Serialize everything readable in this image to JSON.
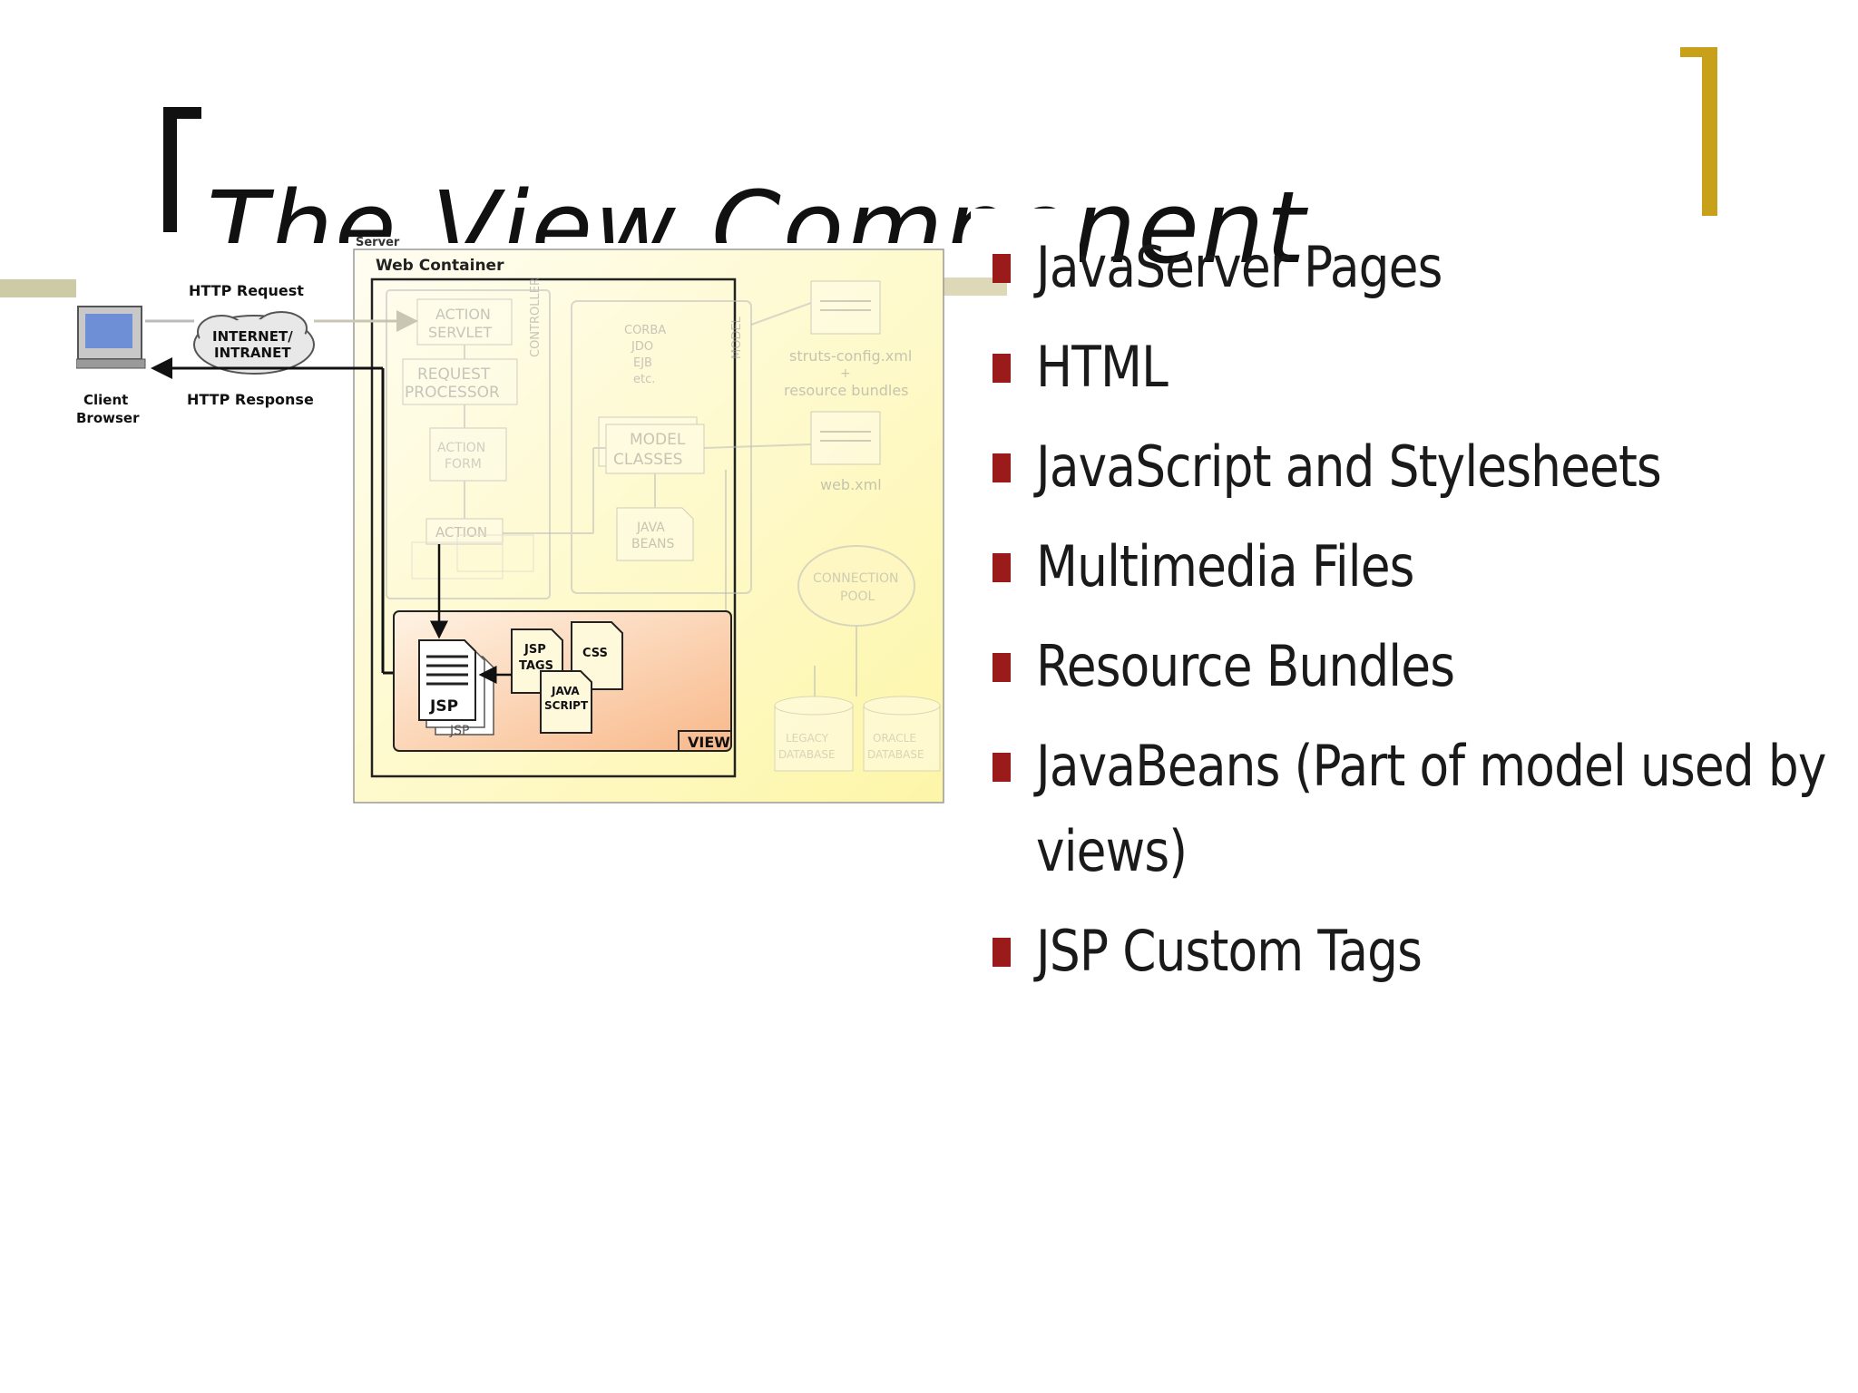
{
  "slide": {
    "title": "The View Component",
    "bullets": [
      "JavaServer Pages",
      "HTML",
      "JavaScript and Stylesheets",
      "Multimedia Files",
      "Resource Bundles",
      "JavaBeans (Part of model used by views)",
      "JSP Custom Tags"
    ],
    "bullet_color": "#9b1b1b",
    "bracket_color": "#c8a01a"
  },
  "diagram": {
    "server_label": "Server",
    "web_container_label": "Web Container",
    "http_request": "HTTP Request",
    "http_response": "HTTP Response",
    "internet_line1": "INTERNET/",
    "internet_line2": "INTRANET",
    "client_line1": "Client",
    "client_line2": "Browser",
    "action_servlet_line1": "ACTION",
    "action_servlet_line2": "SERVLET",
    "request_processor_line1": "REQUEST",
    "request_processor_line2": "PROCESSOR",
    "controller_label": "CONTROLLER",
    "action_form_line1": "ACTION",
    "action_form_line2": "FORM",
    "action_label": "ACTION",
    "corba_lines": [
      "CORBA",
      "JDO",
      "EJB",
      "etc."
    ],
    "model_label": "MODEL",
    "model_classes_line1": "MODEL",
    "model_classes_line2": "CLASSES",
    "java_beans_line1": "JAVA",
    "java_beans_line2": "BEANS",
    "struts_config": "struts-config.xml",
    "plus": "+",
    "resource_bundles": "resource bundles",
    "web_xml": "web.xml",
    "connection_pool_line1": "CONNECTION",
    "connection_pool_line2": "POOL",
    "legacy_line1": "LEGACY",
    "legacy_line2": "DATABASE",
    "oracle_line1": "ORACLE",
    "oracle_line2": "DATABASE",
    "jsp": "JSP",
    "jsp2": "JSP",
    "jsp_tags_line1": "JSP",
    "jsp_tags_line2": "TAGS",
    "css": "CSS",
    "javascript_line1": "JAVA",
    "javascript_line2": "SCRIPT",
    "view_label": "VIEW"
  }
}
